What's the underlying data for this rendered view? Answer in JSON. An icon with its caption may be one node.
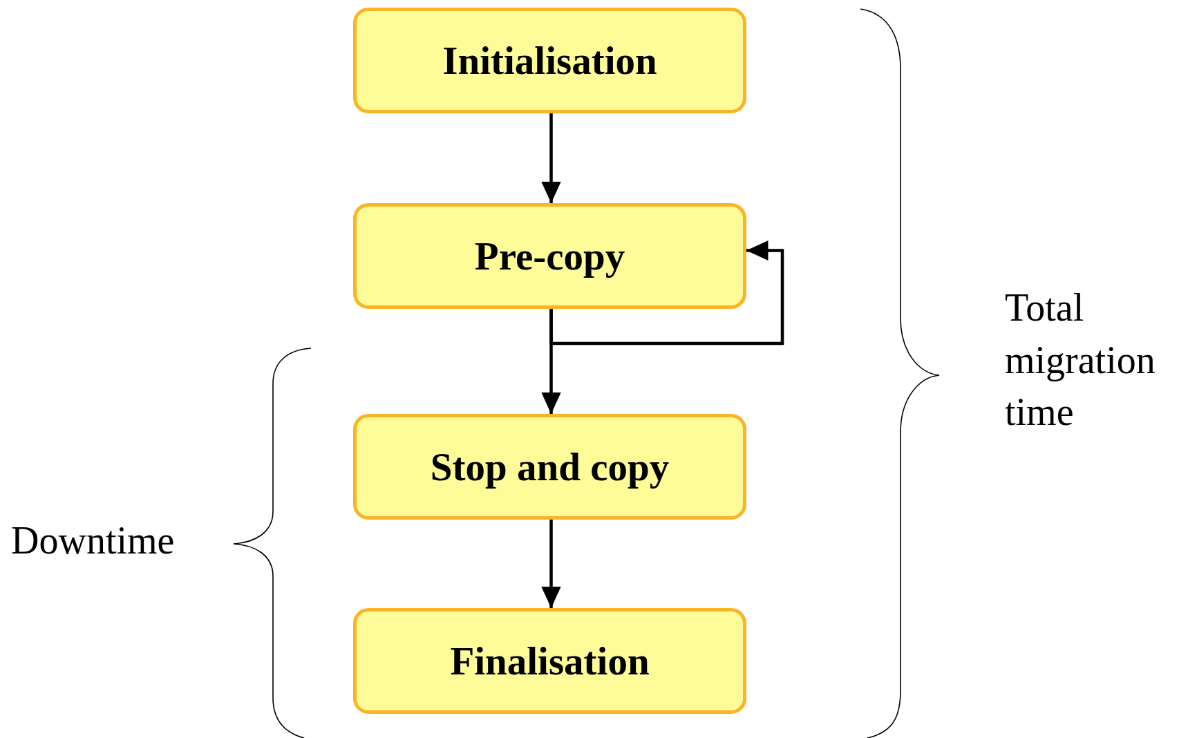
{
  "diagram": {
    "nodes": [
      {
        "text": [
          "Initialisation"
        ]
      },
      {
        "text": [
          "Pre-copy"
        ]
      },
      {
        "text": [
          "Stop and copy"
        ]
      },
      {
        "text": [
          "Finalisation"
        ]
      }
    ],
    "edges": [
      {
        "from": 0,
        "to": 1,
        "arrow": "to"
      },
      {
        "from": 1,
        "to": 2,
        "arrow": "to"
      },
      {
        "from": 1,
        "to": 1,
        "arrow": "to"
      },
      {
        "from": 2,
        "to": 3,
        "arrow": "to"
      }
    ],
    "labels": [
      "Total migration time",
      "Downtime"
    ]
  }
}
